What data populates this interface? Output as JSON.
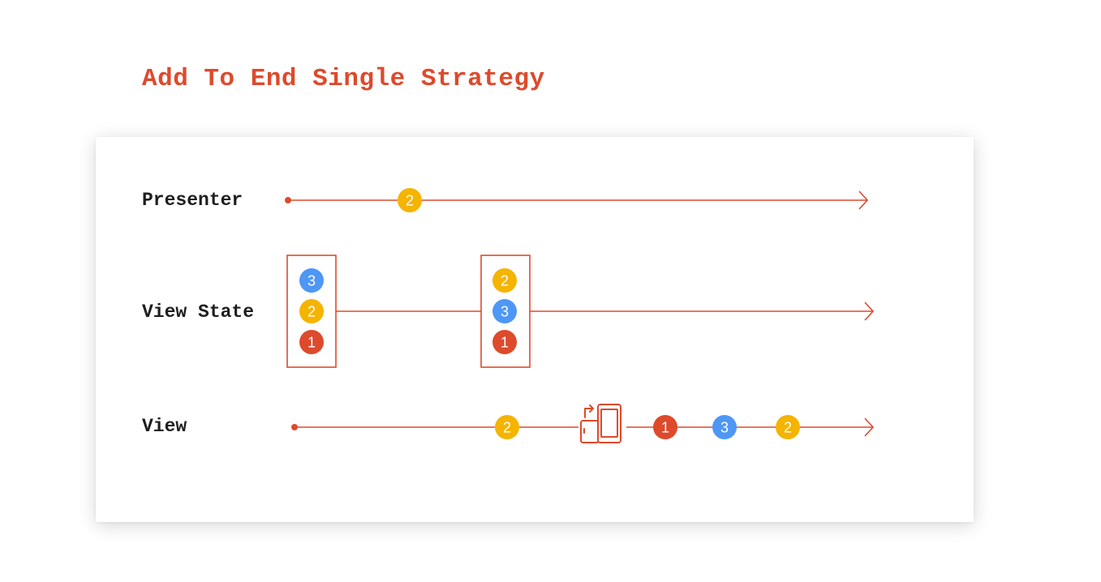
{
  "title": "Add To End Single Strategy",
  "colors": {
    "accent": "#dd4a2c",
    "yellow": "#f5b400",
    "blue": "#4e97f5",
    "red": "#dd4a2c"
  },
  "rows": [
    {
      "label": "Presenter"
    },
    {
      "label": "View State"
    },
    {
      "label": "View"
    }
  ],
  "presenter": {
    "marbles": [
      {
        "value": "2",
        "color": "yellow"
      }
    ]
  },
  "view_state": {
    "stacks": [
      {
        "marbles": [
          {
            "value": "3",
            "color": "blue"
          },
          {
            "value": "2",
            "color": "yellow"
          },
          {
            "value": "1",
            "color": "red"
          }
        ]
      },
      {
        "marbles": [
          {
            "value": "2",
            "color": "yellow"
          },
          {
            "value": "3",
            "color": "blue"
          },
          {
            "value": "1",
            "color": "red"
          }
        ]
      }
    ]
  },
  "view": {
    "before_rotation": [
      {
        "value": "2",
        "color": "yellow"
      }
    ],
    "event_icon": "device-rotation-icon",
    "after_rotation": [
      {
        "value": "1",
        "color": "red"
      },
      {
        "value": "3",
        "color": "blue"
      },
      {
        "value": "2",
        "color": "yellow"
      }
    ]
  }
}
